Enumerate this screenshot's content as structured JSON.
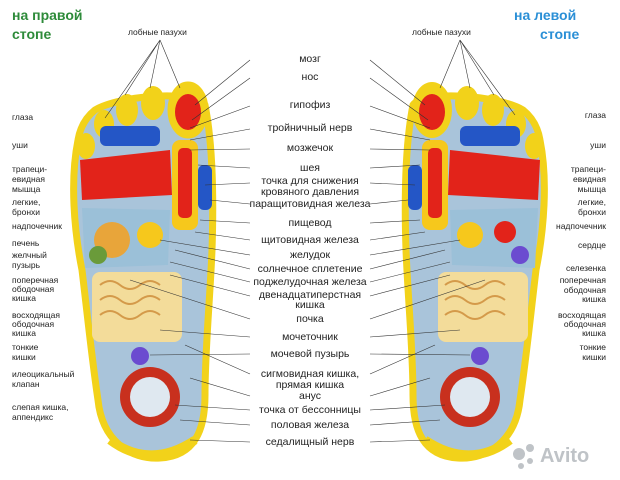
{
  "titles": {
    "right_foot": [
      "на правой",
      "стопе"
    ],
    "left_foot": [
      "на левой",
      "стопе"
    ]
  },
  "colors": {
    "title_right": "#2e8b3a",
    "title_left": "#2a8fd6",
    "sole": "#a9c4da",
    "sole_edge": "#f2d21a",
    "red_zone": "#e2231a",
    "blue_zone": "#2456c6",
    "yellow_zone": "#f6c81c",
    "intestine": "#f3dc9a",
    "heel_circle": "#c8301e"
  },
  "center_labels": [
    "мозг",
    "нос",
    "гипофиз",
    "тройничный нерв",
    "мозжечок",
    "шея",
    "точка для снижения",
    "кровяного давления",
    "паращитовидная железа",
    "пищевод",
    "щитовидная железа",
    "желудок",
    "солнечное сплетение",
    "поджелудочная железа",
    "двенадцатиперстная",
    "кишка",
    "почка",
    "мочеточник",
    "мочевой пузырь",
    "сигмовидная кишка,",
    "прямая кишка",
    "анус",
    "точка от бессонницы",
    "половая железа",
    "седалищный нерв"
  ],
  "top_labels": {
    "right": "лобные пазухи",
    "left": "лобные пазухи"
  },
  "left_side_labels": [
    "глаза",
    "уши",
    "трапеци-",
    "евидная",
    "мышца",
    "легкие,",
    "бронхи",
    "надпочечник",
    "печень",
    "желчный",
    "пузырь",
    "поперечная",
    "ободочная",
    "кишка",
    "восходящая",
    "ободочная",
    "кишка",
    "тонкие",
    "кишки",
    "илеоцикальный",
    "клапан",
    "слепая кишка,",
    "аппендикс"
  ],
  "right_side_labels": [
    "глаза",
    "уши",
    "трапеци-",
    "евидная",
    "мышца",
    "легкие,",
    "бронхи",
    "надпочечник",
    "сердце",
    "селезенка",
    "поперечная",
    "ободочная",
    "кишка",
    "восходящая",
    "ободочная",
    "кишка",
    "тонкие",
    "кишки"
  ],
  "watermark": "Avito"
}
